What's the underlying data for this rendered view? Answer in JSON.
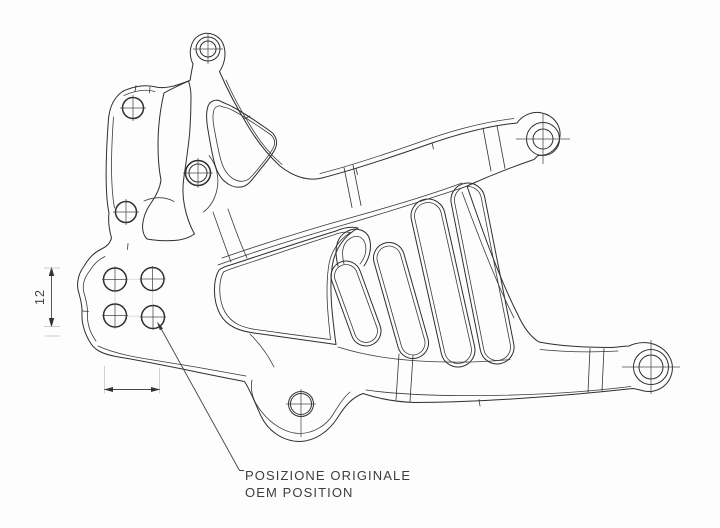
{
  "drawing": {
    "type": "technical-drawing",
    "subject": "motorcycle-rearset-bracket-plate",
    "labels": {
      "leader_note_line1": "POSIZIONE ORIGINALE",
      "leader_note_line2": "OEM POSITION",
      "dimension_vertical": "12"
    },
    "colors": {
      "background": "#fdfdfd",
      "line": "#2e2e2e",
      "dimension": "#444444",
      "text": "#3d3d3d"
    }
  }
}
